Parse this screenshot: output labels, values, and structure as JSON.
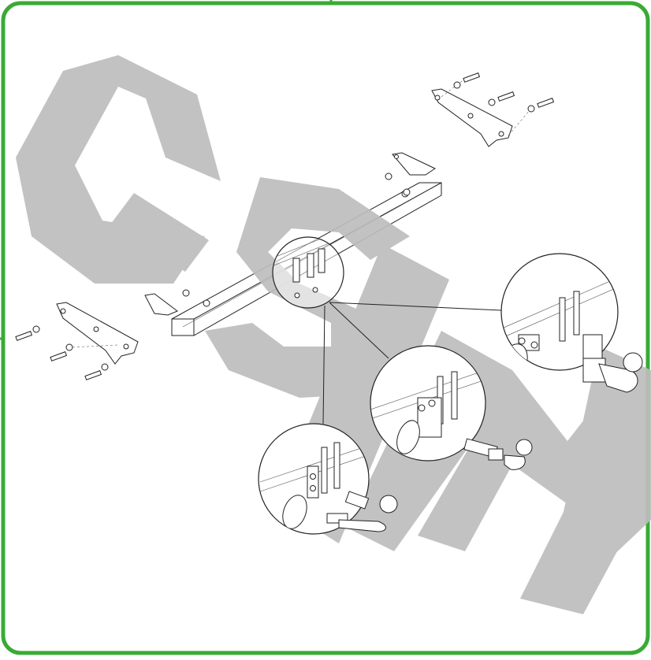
{
  "watermark": {
    "text": "C-SIM",
    "color": "#bdbdbd"
  },
  "frame": {
    "color": "#3aaa35"
  },
  "callouts": [
    "detail-variant-fixed",
    "detail-variant-detachable",
    "detail-variant-swan"
  ]
}
